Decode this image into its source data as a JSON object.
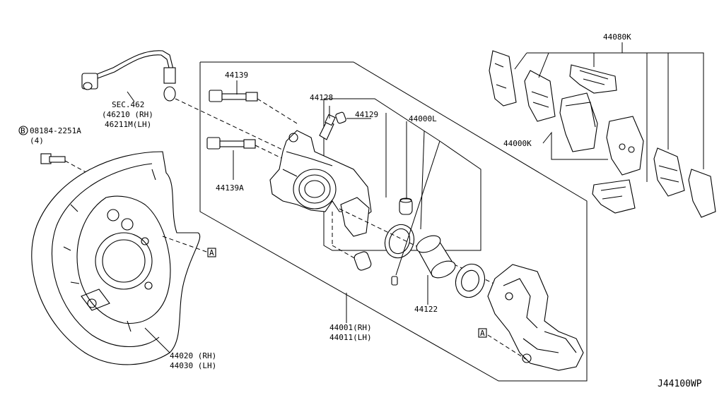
{
  "labels": {
    "p44139": "44139",
    "p44139a": "44139A",
    "p44128": "44128",
    "p44129": "44129",
    "p44000l": "44000L",
    "p44080k": "44080K",
    "p44000k": "44000K",
    "p44122": "44122",
    "p44001_rh": "44001(RH)",
    "p44011_lh": "44011(LH)",
    "p44020_rh": "44020 (RH)",
    "p44030_lh": "44030 (LH)",
    "sec462": "SEC.462",
    "p46210_rh": "(46210 (RH)",
    "p46211m_lh": "46211M(LH)",
    "bolt_code": "08184-2251A",
    "bolt_qty": "(4)",
    "bolt_mark": "B",
    "ref_a": "A",
    "diagram_code": "J44100WP"
  }
}
